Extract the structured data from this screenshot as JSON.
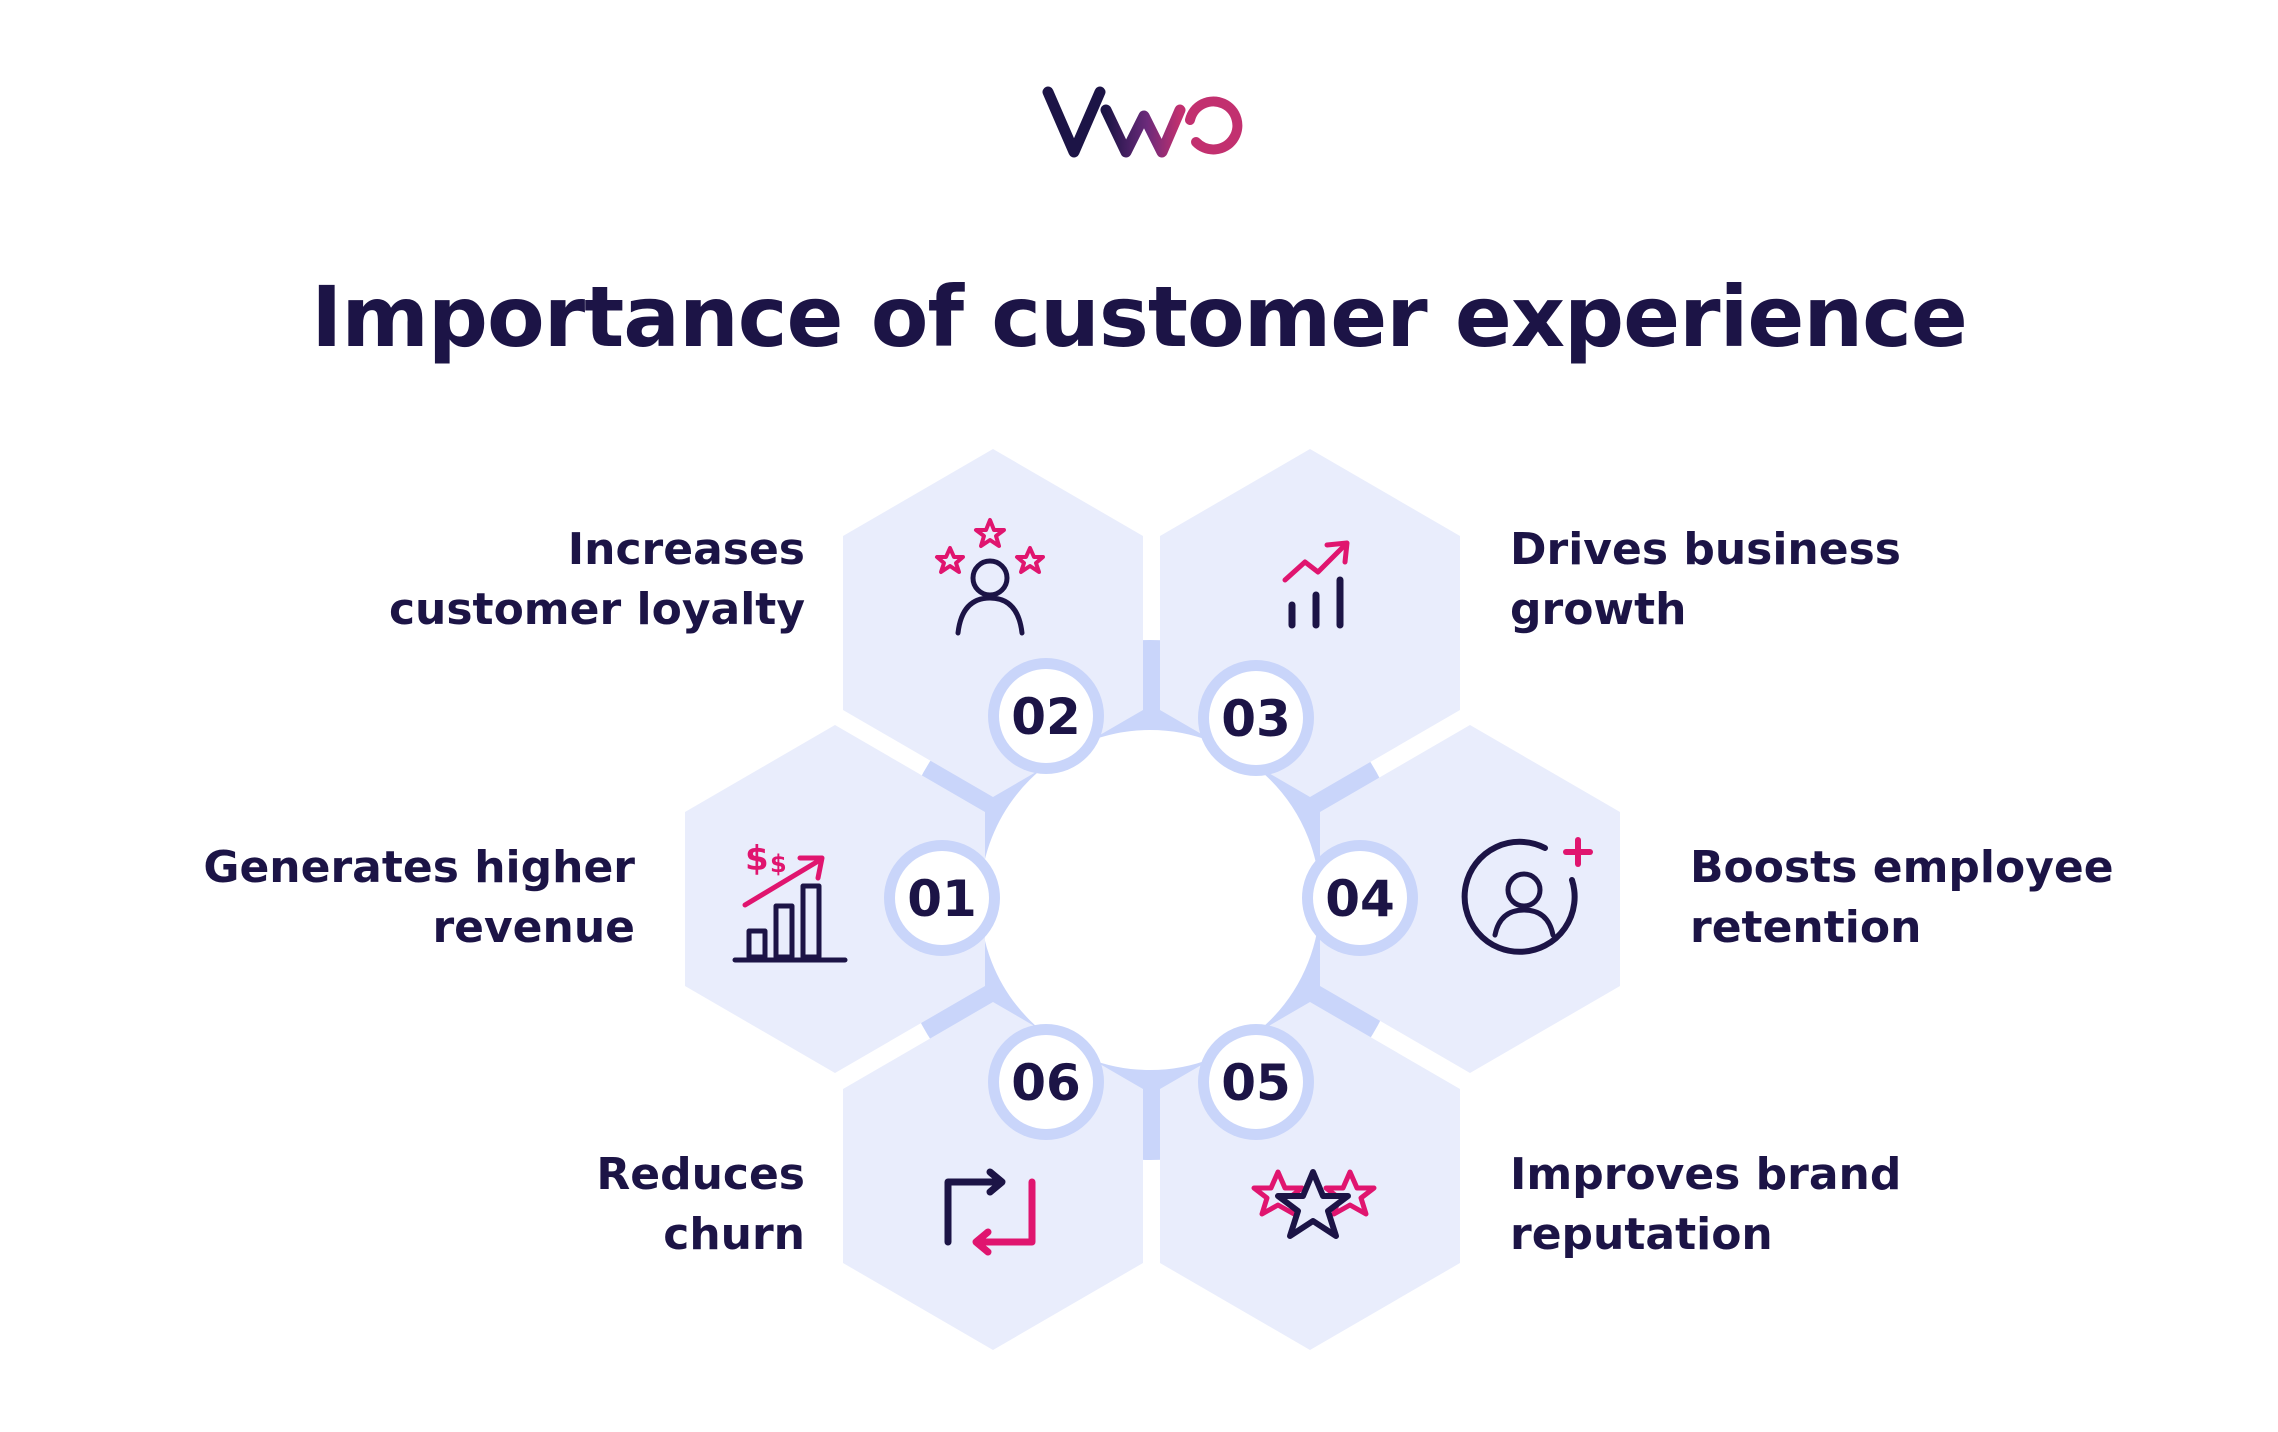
{
  "brand": {
    "logo_text": "VWO",
    "colors": {
      "navy": "#1c1446",
      "magenta": "#e0156f",
      "purple": "#6a2a7a"
    }
  },
  "title": "Importance of customer experience",
  "colors": {
    "hexagon_fill": "#e9edfc",
    "ring_fill": "#c9d5fa",
    "badge_fill": "#ffffff",
    "text": "#1c1446",
    "accent": "#e0156f"
  },
  "items": [
    {
      "number": "01",
      "label_lines": [
        "Generates higher",
        "revenue"
      ],
      "icon": "revenue-chart-icon"
    },
    {
      "number": "02",
      "label_lines": [
        "Increases",
        "customer loyalty"
      ],
      "icon": "star-person-icon"
    },
    {
      "number": "03",
      "label_lines": [
        "Drives business",
        "growth"
      ],
      "icon": "growth-chart-icon"
    },
    {
      "number": "04",
      "label_lines": [
        "Boosts employee",
        "retention"
      ],
      "icon": "employee-add-icon"
    },
    {
      "number": "05",
      "label_lines": [
        "Improves brand",
        "reputation"
      ],
      "icon": "stars-icon"
    },
    {
      "number": "06",
      "label_lines": [
        "Reduces",
        "churn"
      ],
      "icon": "repeat-arrows-icon"
    }
  ]
}
